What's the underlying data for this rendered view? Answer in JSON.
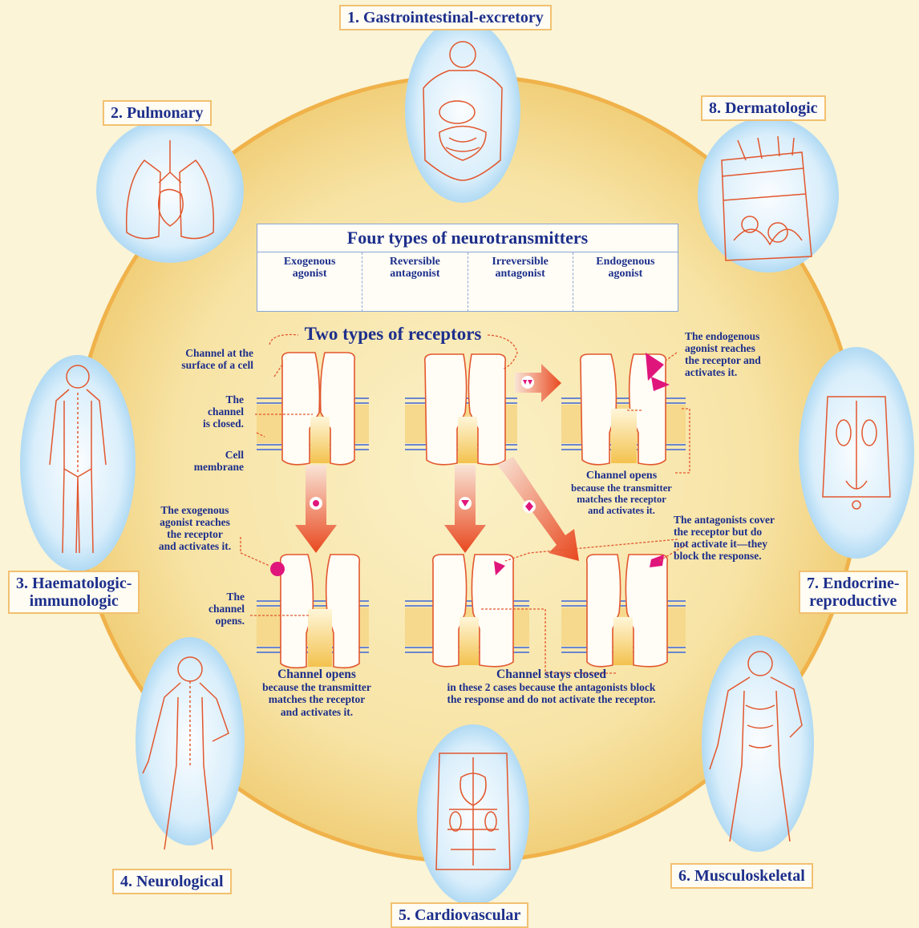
{
  "systems": {
    "gastro": "1. Gastrointestinal-excretory",
    "pulmonary": "2. Pulmonary",
    "haem_line1": "3. Haematologic-",
    "haem_line2": "immunologic",
    "neuro": "4. Neurological",
    "cardio": "5. Cardiovascular",
    "musculo": "6. Musculoskeletal",
    "endo_line1": "7. Endocrine-",
    "endo_line2": "reproductive",
    "derm": "8. Dermatologic"
  },
  "neurotransmitters": {
    "title": "Four types of neurotransmitters",
    "types": [
      {
        "line1": "Exogenous",
        "line2": "agonist",
        "symbol": "circle"
      },
      {
        "line1": "Reversible",
        "line2": "antagonist",
        "symbol": "triangle"
      },
      {
        "line1": "Irreversible",
        "line2": "antagonist",
        "symbol": "diamond"
      },
      {
        "line1": "Endogenous",
        "line2": "agonist",
        "symbol": "double-triangle"
      }
    ]
  },
  "receptors": {
    "title": "Two types of receptors",
    "channel_surface": [
      "Channel at the",
      "surface of a cell"
    ],
    "channel_closed": [
      "The",
      "channel",
      "is closed."
    ],
    "cell_membrane": [
      "Cell",
      "membrane"
    ],
    "endogenous_reaches": [
      "The endogenous",
      "agonist reaches",
      "the receptor and",
      "activates it."
    ],
    "channel_opens_endo": [
      "Channel opens",
      "because the transmitter",
      "matches the receptor",
      "and activates it."
    ],
    "exogenous_reaches": [
      "The exogenous",
      "agonist reaches",
      "the receptor",
      "and activates it."
    ],
    "channel_opens": [
      "The",
      "channel",
      "opens."
    ],
    "antagonists_cover": [
      "The antagonists cover",
      "the receptor but do",
      "not activate it—they",
      "block the response."
    ],
    "channel_opens_exo": [
      "Channel opens",
      "because the transmitter",
      "matches the receptor",
      "and activates it."
    ],
    "stays_closed": [
      "Channel stays closed",
      "in these 2 cases because the antagonists block",
      "the response and do not activate the receptor."
    ]
  },
  "colors": {
    "background": "#fbf4d6",
    "circle_fill": "#f7e3a4",
    "circle_border": "#f0b24a",
    "oval_fill": "#cfe9f8",
    "label_text": "#1d2f8c",
    "label_border": "#f2c070",
    "organ_line": "#e2572e",
    "ligand": "#e0157c",
    "arrow": "#e8481e"
  },
  "icons": {
    "gastro": "torso-organs-illustration",
    "pulmonary": "lungs-heart-illustration",
    "haem": "body-lymph-illustration",
    "neuro": "body-nerves-illustration",
    "cardio": "torso-vessels-illustration",
    "musculo": "body-muscles-illustration",
    "endo": "torso-glands-illustration",
    "derm": "skin-section-illustration"
  }
}
